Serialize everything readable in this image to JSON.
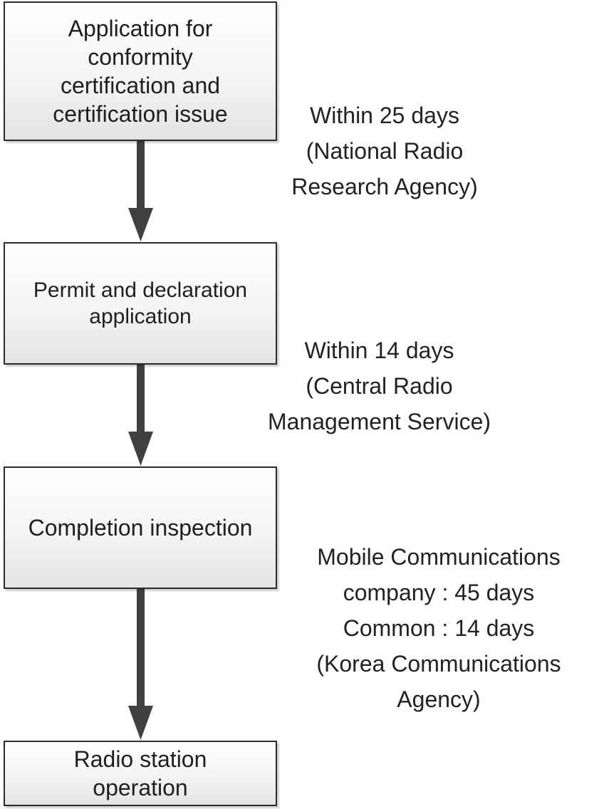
{
  "steps": [
    {
      "label": "Application for\nconformity\ncertification and\ncertification issue"
    },
    {
      "label": "Permit and declaration\napplication"
    },
    {
      "label": "Completion inspection"
    },
    {
      "label": "Radio station\noperation"
    }
  ],
  "durations": [
    {
      "label": "Within 25 days\n(National Radio\nResearch Agency)"
    },
    {
      "label": "Within 14 days\n(Central Radio\nManagement Service)"
    },
    {
      "label": "Mobile Communications\ncompany : 45 days\nCommon : 14 days\n(Korea Communications\nAgency)"
    }
  ],
  "colors": {
    "arrow": "#404040",
    "border": "#2b2b2b"
  }
}
